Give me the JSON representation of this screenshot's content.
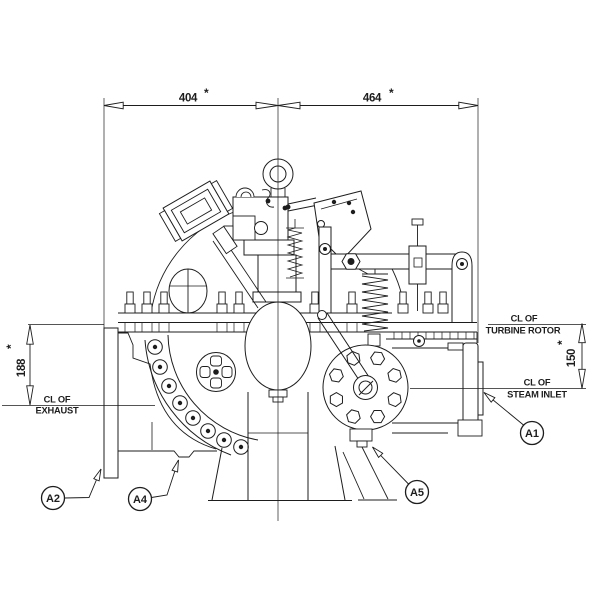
{
  "sheet": {
    "background": "#ffffff",
    "ink": "#1d1d1d"
  },
  "dimensions": {
    "top_left": {
      "value": "404",
      "star": "*"
    },
    "top_right": {
      "value": "464",
      "star": "*"
    },
    "exhaust_offset": {
      "value": "188",
      "star": "*"
    },
    "steam_offset": {
      "value": "150",
      "star": "*"
    }
  },
  "centerlines": {
    "exhaust": {
      "line1": "CL OF",
      "line2": "EXHAUST"
    },
    "turbine_rotor": {
      "line1": "CL OF",
      "line2": "TURBINE ROTOR"
    },
    "steam_inlet": {
      "line1": "CL OF",
      "line2": "STEAM INLET"
    }
  },
  "callouts": {
    "a1": {
      "label": "A1"
    },
    "a2": {
      "label": "A2"
    },
    "a4": {
      "label": "A4"
    },
    "a5": {
      "label": "A5"
    }
  }
}
